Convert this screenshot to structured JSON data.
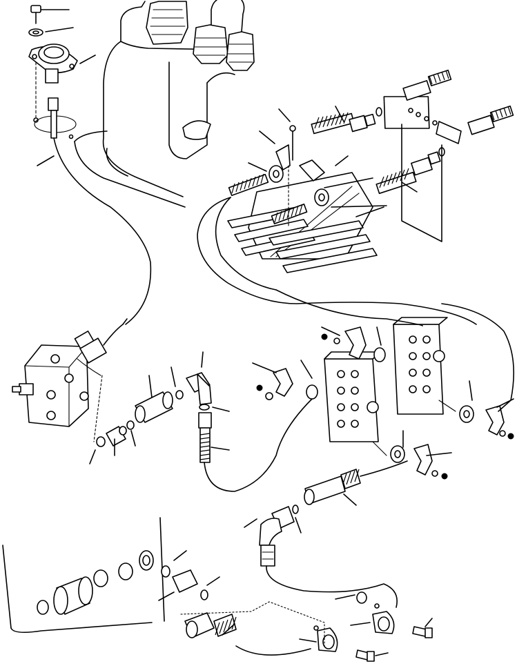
{
  "leaders": [
    [
      60,
      14,
      100,
      14
    ],
    [
      66,
      46,
      106,
      40
    ],
    [
      116,
      92,
      138,
      80
    ],
    [
      54,
      240,
      78,
      226
    ],
    [
      404,
      158,
      420,
      176
    ],
    [
      486,
      154,
      498,
      176
    ],
    [
      376,
      190,
      398,
      208
    ],
    [
      360,
      236,
      386,
      248
    ],
    [
      486,
      240,
      504,
      226
    ],
    [
      516,
      314,
      556,
      300
    ],
    [
      582,
      264,
      604,
      278
    ],
    [
      466,
      474,
      492,
      486
    ],
    [
      546,
      474,
      552,
      500
    ],
    [
      366,
      526,
      400,
      540
    ],
    [
      436,
      522,
      452,
      548
    ],
    [
      216,
      544,
      220,
      576
    ],
    [
      248,
      532,
      254,
      560
    ],
    [
      294,
      510,
      292,
      532
    ],
    [
      308,
      590,
      332,
      596
    ],
    [
      306,
      648,
      332,
      652
    ],
    [
      138,
      652,
      130,
      672
    ],
    [
      166,
      636,
      166,
      660
    ],
    [
      190,
      624,
      196,
      646
    ],
    [
      680,
      552,
      684,
      580
    ],
    [
      720,
      590,
      744,
      578
    ],
    [
      584,
      624,
      584,
      648
    ],
    [
      618,
      660,
      654,
      656
    ],
    [
      498,
      716,
      516,
      732
    ],
    [
      428,
      750,
      436,
      772
    ],
    [
      372,
      752,
      354,
      764
    ],
    [
      252,
      812,
      270,
      798
    ],
    [
      300,
      848,
      318,
      836
    ],
    [
      230,
      870,
      252,
      858
    ],
    [
      486,
      868,
      514,
      862
    ],
    [
      508,
      906,
      536,
      902
    ],
    [
      434,
      926,
      458,
      930
    ],
    [
      340,
      904,
      322,
      920
    ],
    [
      616,
      908,
      626,
      896
    ],
    [
      544,
      950,
      562,
      946
    ]
  ]
}
